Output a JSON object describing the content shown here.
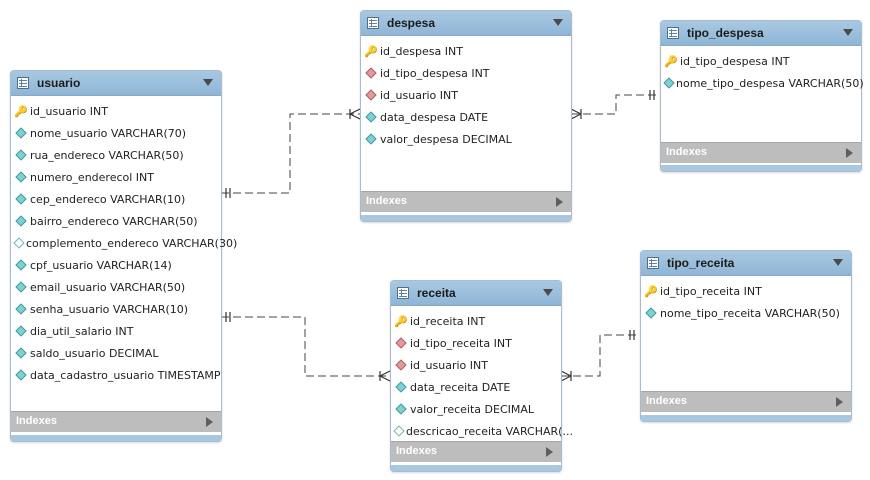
{
  "tables": {
    "usuario": {
      "name": "usuario",
      "indexes_label": "Indexes",
      "columns": [
        {
          "text": "id_usuario INT",
          "kind": "pk"
        },
        {
          "text": "nome_usuario VARCHAR(70)",
          "kind": "nn"
        },
        {
          "text": "rua_endereco VARCHAR(50)",
          "kind": "nn"
        },
        {
          "text": "numero_enderecol INT",
          "kind": "nn"
        },
        {
          "text": "cep_endereco VARCHAR(10)",
          "kind": "nn"
        },
        {
          "text": "bairro_endereco VARCHAR(50)",
          "kind": "nn"
        },
        {
          "text": "complemento_endereco VARCHAR(30)",
          "kind": "null"
        },
        {
          "text": "cpf_usuario VARCHAR(14)",
          "kind": "nn"
        },
        {
          "text": "email_usuario VARCHAR(50)",
          "kind": "nn"
        },
        {
          "text": "senha_usuario VARCHAR(10)",
          "kind": "nn"
        },
        {
          "text": "dia_util_salario INT",
          "kind": "nn"
        },
        {
          "text": "saldo_usuario DECIMAL",
          "kind": "nn"
        },
        {
          "text": "data_cadastro_usuario TIMESTAMP",
          "kind": "nn"
        }
      ]
    },
    "despesa": {
      "name": "despesa",
      "indexes_label": "Indexes",
      "columns": [
        {
          "text": "id_despesa INT",
          "kind": "pk"
        },
        {
          "text": "id_tipo_despesa INT",
          "kind": "fk"
        },
        {
          "text": "id_usuario INT",
          "kind": "fk"
        },
        {
          "text": "data_despesa DATE",
          "kind": "nn"
        },
        {
          "text": "valor_despesa DECIMAL",
          "kind": "nn"
        }
      ]
    },
    "tipo_despesa": {
      "name": "tipo_despesa",
      "indexes_label": "Indexes",
      "columns": [
        {
          "text": "id_tipo_despesa INT",
          "kind": "pk"
        },
        {
          "text": "nome_tipo_despesa VARCHAR(50)",
          "kind": "nn"
        }
      ]
    },
    "receita": {
      "name": "receita",
      "indexes_label": "Indexes",
      "columns": [
        {
          "text": "id_receita INT",
          "kind": "pk"
        },
        {
          "text": "id_tipo_receita INT",
          "kind": "fk"
        },
        {
          "text": "id_usuario INT",
          "kind": "fk"
        },
        {
          "text": "data_receita DATE",
          "kind": "nn"
        },
        {
          "text": "valor_receita DECIMAL",
          "kind": "nn"
        },
        {
          "text": "descricao_receita VARCHAR(...",
          "kind": "null"
        }
      ]
    },
    "tipo_receita": {
      "name": "tipo_receita",
      "indexes_label": "Indexes",
      "columns": [
        {
          "text": "id_tipo_receita INT",
          "kind": "pk"
        },
        {
          "text": "nome_tipo_receita VARCHAR(50)",
          "kind": "nn"
        }
      ]
    }
  },
  "relationships": [
    {
      "from": "usuario",
      "to": "despesa",
      "cardinality": "one-to-many"
    },
    {
      "from": "tipo_despesa",
      "to": "despesa",
      "cardinality": "one-to-many"
    },
    {
      "from": "usuario",
      "to": "receita",
      "cardinality": "one-to-many"
    },
    {
      "from": "tipo_receita",
      "to": "receita",
      "cardinality": "one-to-many"
    }
  ],
  "colors": {
    "header": "#a8c8e2",
    "indexes_bar": "#bdbdbd",
    "pk_key": "#e2c12b",
    "nn_column": "#7fd1d1",
    "fk_column": "#e29a9a"
  }
}
